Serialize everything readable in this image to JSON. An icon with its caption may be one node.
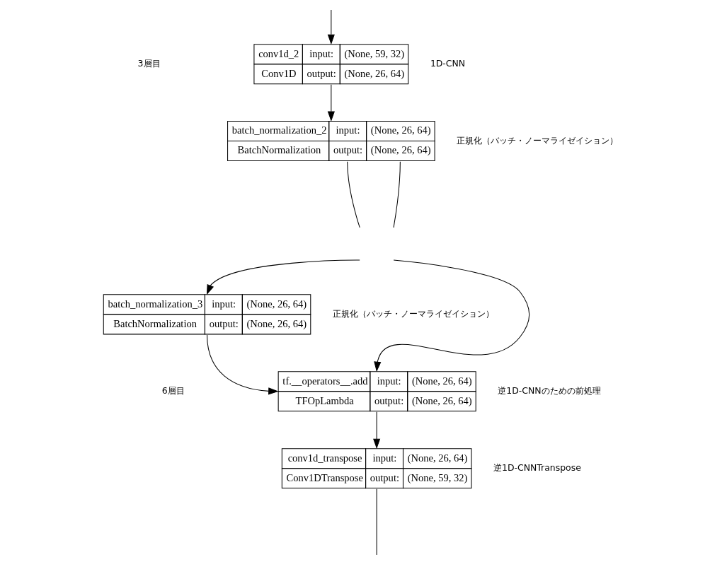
{
  "diagram": {
    "nodes": [
      {
        "text": [
          "conv1d_2",
          "input:",
          "(None, 59, 32)",
          "Conv1D",
          "output:",
          "(None, 26, 64)"
        ],
        "beside": [
          "1D-CNN"
        ]
      },
      {
        "text": [
          "batch_normalization_2",
          "input:",
          "(None, 26, 64)",
          "BatchNormalization",
          "output:",
          "(None, 26, 64)"
        ],
        "beside": [
          "正規化（バッチ・ノーマライゼイション）"
        ]
      },
      {
        "text": [
          "batch_normalization_3",
          "input:",
          "(None, 26, 64)",
          "BatchNormalization",
          "output:",
          "(None, 26, 64)"
        ],
        "beside": [
          "正規化（バッチ・ノーマライゼイション）"
        ]
      },
      {
        "text": [
          "tf.__operators__.add",
          "input:",
          "(None, 26, 64)",
          "TFOpLambda",
          "output:",
          "(None, 26, 64)"
        ],
        "beside": [
          "逆1D-CNNのための前処理"
        ]
      },
      {
        "text": [
          "conv1d_transpose",
          "input:",
          "(None, 26, 64)",
          "Conv1DTranspose",
          "output:",
          "(None, 59, 32)"
        ],
        "beside": [
          "逆1D-CNNTranspose"
        ]
      }
    ],
    "edges": [
      {
        "from": null,
        "to": 0,
        "arrow": "to"
      },
      {
        "from": 0,
        "to": 1,
        "arrow": "to"
      },
      {
        "from": 1,
        "to": null,
        "arrow": "none"
      },
      {
        "from": 1,
        "to": null,
        "arrow": "none"
      },
      {
        "from": null,
        "to": 2,
        "arrow": "to"
      },
      {
        "from": null,
        "to": 3,
        "arrow": "to"
      },
      {
        "from": 2,
        "to": 3,
        "arrow": "to"
      },
      {
        "from": 3,
        "to": 4,
        "arrow": "to"
      },
      {
        "from": 4,
        "to": null,
        "arrow": "none"
      }
    ],
    "labels": [
      "3層目",
      "6層目"
    ]
  }
}
